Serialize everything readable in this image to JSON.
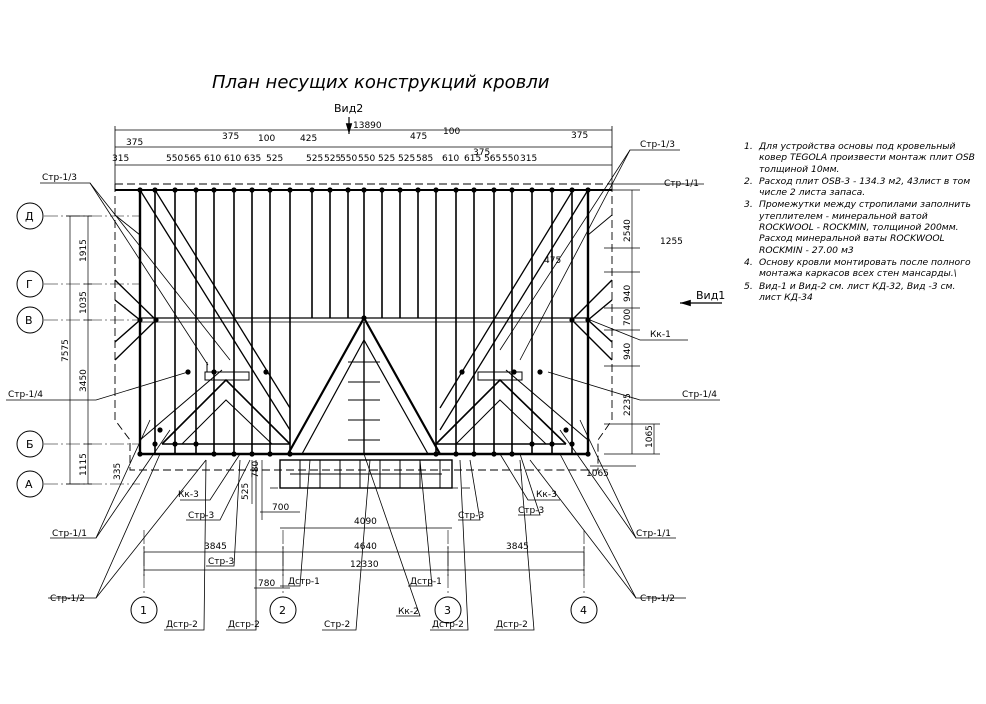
{
  "title": "План несущих конструкций кровли",
  "view2_label": "Вид2",
  "view1_label": "Вид1",
  "overall_dim": "13890",
  "top_dims_row1": [
    "375",
    "375",
    "100",
    "425",
    "475",
    "100",
    "375",
    "375"
  ],
  "top_dims_row2": [
    "315",
    "550",
    "565",
    "610",
    "610",
    "635",
    "525",
    "525",
    "525",
    "550",
    "550",
    "525",
    "525",
    "585",
    "610",
    "615",
    "565",
    "550",
    "315"
  ],
  "axes_rows": [
    "Д",
    "Г",
    "В",
    "Б",
    "А"
  ],
  "axes_cols": [
    "1",
    "2",
    "3",
    "4"
  ],
  "left_dims": [
    "1915",
    "1035",
    "7575",
    "3450",
    "1115",
    "335"
  ],
  "right_dims": [
    "2540",
    "1255",
    "475",
    "940",
    "700",
    "940",
    "2235",
    "1065",
    "1065"
  ],
  "bottom_dims": {
    "d700": "700",
    "d4090": "4090",
    "d3845_left": "3845",
    "d4640": "4640",
    "d3845_right": "3845",
    "d12330": "12330",
    "d780": "780",
    "d780_low": "780",
    "d525": "525"
  },
  "labels": {
    "str13_left": "Стр-1/3",
    "str13_right": "Стр-1/3",
    "str11_top": "Стр-1/1",
    "str14_left": "Стр-1/4",
    "str14_right": "Стр-1/4",
    "kk1": "Кк-1",
    "kk3_left": "Кк-3",
    "kk3_right": "Кк-3",
    "str3_a": "Стр-3",
    "str3_b": "Стр-3",
    "str3_c": "Стр-3",
    "str3_d": "Стр-3",
    "str11_left": "Стр-1/1",
    "str11_right": "Стр-1/1",
    "str12_left": "Стр-1/2",
    "str12_right": "Стр-1/2",
    "dstr1_a": "Дстр-1",
    "dstr1_b": "Дстр-1",
    "kk2": "Кк-2",
    "dstr2_a": "Дстр-2",
    "dstr2_b": "Дстр-2",
    "str2": "Стр-2",
    "dstr2_c": "Дстр-2",
    "dstr2_d": "Дстр-2"
  },
  "notes": [
    {
      "num": "1.",
      "text": "Для устройства основы под кровельный ковер TEGOLA произвести монтаж плит OSB толщиной 10мм."
    },
    {
      "num": "2.",
      "text": "Расход плит OSB-3 - 134.3 м2, 43лист в том числе 2 листа запаса."
    },
    {
      "num": "3.",
      "text": "Промежутки между стропилами заполнить утеплителем - минеральной ватой ROCKWOOL - ROCKMIN, толщиной 200мм. Расход минеральной ваты ROCKWOOL ROCKMIN - 27.00 м3"
    },
    {
      "num": "4.",
      "text": "Основу кровли монтировать после полного монтажа каркасов всех стен мансарды.\\"
    },
    {
      "num": "5.",
      "text": "Вид-1 и Вид-2 см. лист КД-32, Вид -3 см. лист КД-34"
    }
  ]
}
